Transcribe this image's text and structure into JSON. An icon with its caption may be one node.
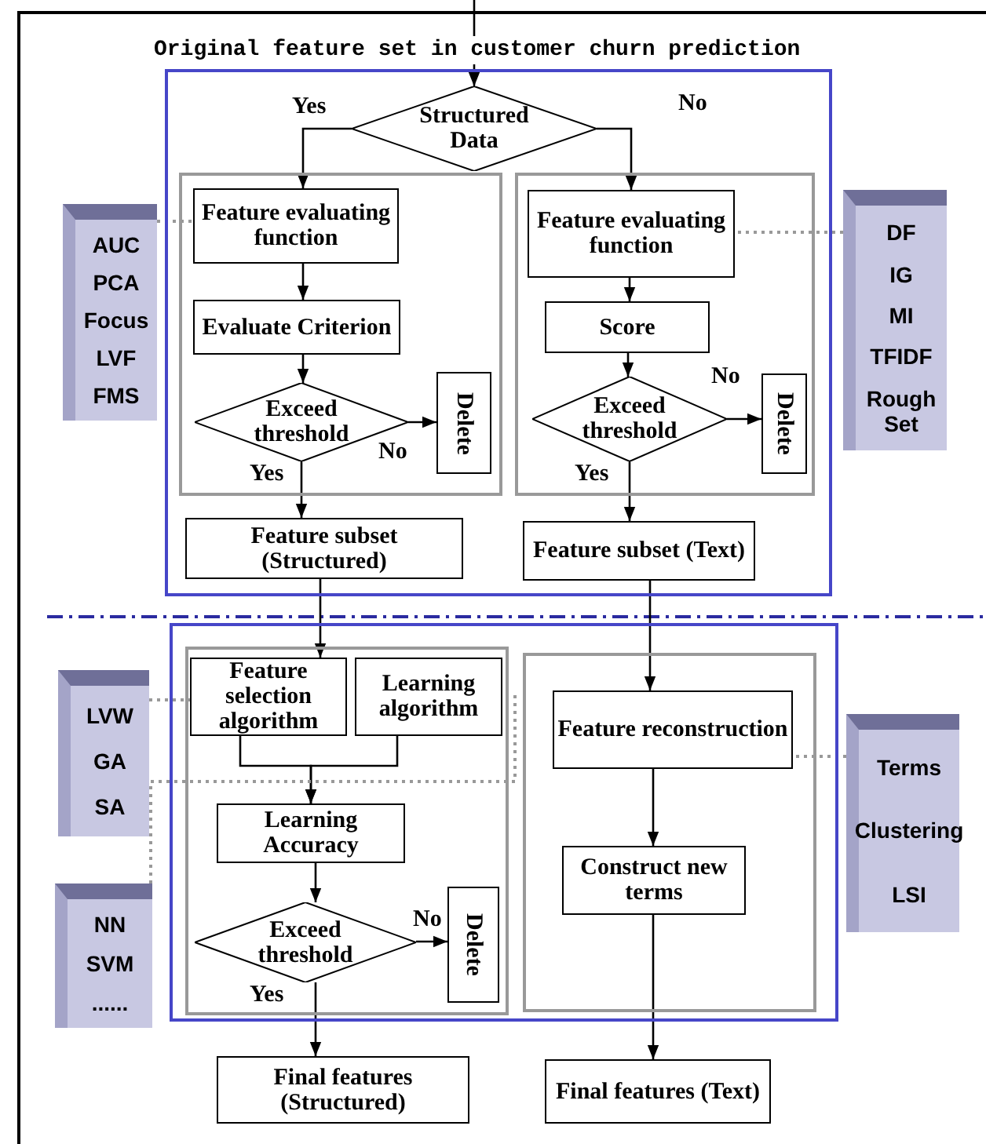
{
  "diagram": {
    "title": "Original feature set in customer churn prediction",
    "nodes": [
      {
        "text": [],
        "shape": "box"
      },
      {
        "text": [
          "Structured Data"
        ],
        "in": 0
      },
      {
        "text": [],
        "shape": "box",
        "in": 0
      },
      {
        "text": [
          "Feature evaluating function"
        ],
        "in": 2
      },
      {
        "text": [
          "Evaluate Criterion"
        ],
        "in": 2
      },
      {
        "text": [
          "Exceed threshold"
        ],
        "in": 2
      },
      {
        "text": [
          "Delete"
        ],
        "in": 2
      },
      {
        "text": [],
        "shape": "box",
        "in": 0
      },
      {
        "text": [
          "Feature evaluating function"
        ],
        "in": 7
      },
      {
        "text": [
          "Score"
        ],
        "in": 7
      },
      {
        "text": [
          "Exceed threshold"
        ],
        "in": 7
      },
      {
        "text": [
          "Delete"
        ],
        "in": 7
      },
      {
        "text": [
          "Feature subset (Structured)"
        ],
        "in": 0
      },
      {
        "text": [
          "Feature subset (Text)"
        ],
        "in": 0
      },
      {
        "text": [
          "AUC",
          "PCA",
          "Focus",
          "LVF",
          "FMS"
        ]
      },
      {
        "text": [
          "DF",
          "IG",
          "MI",
          "TFIDF",
          "Rough Set"
        ]
      },
      {
        "text": [],
        "shape": "box"
      },
      {
        "text": [],
        "shape": "box",
        "in": 16
      },
      {
        "text": [
          "Feature selection algorithm"
        ],
        "in": 17
      },
      {
        "text": [
          "Learning algorithm"
        ],
        "in": 17
      },
      {
        "text": [
          "Learning Accuracy"
        ],
        "in": 17
      },
      {
        "text": [
          "Exceed threshold"
        ],
        "in": 17
      },
      {
        "text": [
          "Delete"
        ],
        "in": 17
      },
      {
        "text": [],
        "shape": "box",
        "in": 16
      },
      {
        "text": [
          "Feature reconstruction"
        ],
        "in": 23
      },
      {
        "text": [
          "Construct new terms"
        ],
        "in": 23
      },
      {
        "text": [
          "Final features (Structured)"
        ]
      },
      {
        "text": [
          "Final features (Text)"
        ]
      },
      {
        "text": [
          "LVW",
          "GA",
          "SA"
        ]
      },
      {
        "text": [
          "NN",
          "SVM",
          "......"
        ]
      },
      {
        "text": [
          "Terms",
          "Clustering",
          "LSI"
        ]
      }
    ],
    "edges": [
      {
        "from": null,
        "to": 1,
        "arrow": "to"
      },
      {
        "from": 1,
        "to": 3,
        "arrow": "to",
        "label": "Yes"
      },
      {
        "from": 1,
        "to": 8,
        "arrow": "to",
        "label": "No"
      },
      {
        "from": 3,
        "to": 4,
        "arrow": "to"
      },
      {
        "from": 4,
        "to": 5,
        "arrow": "to"
      },
      {
        "from": 5,
        "to": 6,
        "arrow": "to",
        "label": "No"
      },
      {
        "from": 5,
        "to": 12,
        "arrow": "to",
        "label": "Yes"
      },
      {
        "from": 8,
        "to": 9,
        "arrow": "to"
      },
      {
        "from": 9,
        "to": 10,
        "arrow": "to"
      },
      {
        "from": 10,
        "to": 11,
        "arrow": "to",
        "label": "No"
      },
      {
        "from": 10,
        "to": 13,
        "arrow": "to",
        "label": "Yes"
      },
      {
        "from": 14,
        "to": 3,
        "arrow": "none",
        "style": "dashed",
        "color": "#999999"
      },
      {
        "from": 15,
        "to": 8,
        "arrow": "none",
        "style": "dashed",
        "color": "#999999"
      },
      {
        "from": 12,
        "to": 18,
        "arrow": "to"
      },
      {
        "from": 13,
        "to": 24,
        "arrow": "to"
      },
      {
        "from": 18,
        "to": 20,
        "arrow": "to"
      },
      {
        "from": 19,
        "to": 20,
        "arrow": "to"
      },
      {
        "from": 20,
        "to": 21,
        "arrow": "to"
      },
      {
        "from": 21,
        "to": 22,
        "arrow": "to",
        "label": "No"
      },
      {
        "from": 21,
        "to": 26,
        "arrow": "to",
        "label": "Yes"
      },
      {
        "from": 24,
        "to": 25,
        "arrow": "to"
      },
      {
        "from": 25,
        "to": 27,
        "arrow": "to"
      },
      {
        "from": 28,
        "to": 18,
        "arrow": "none",
        "style": "dashed",
        "color": "#999999"
      },
      {
        "from": 29,
        "to": 19,
        "arrow": "none",
        "style": "dashed",
        "color": "#999999"
      },
      {
        "from": 30,
        "to": 24,
        "arrow": "none",
        "style": "dashed",
        "color": "#999999"
      }
    ]
  }
}
